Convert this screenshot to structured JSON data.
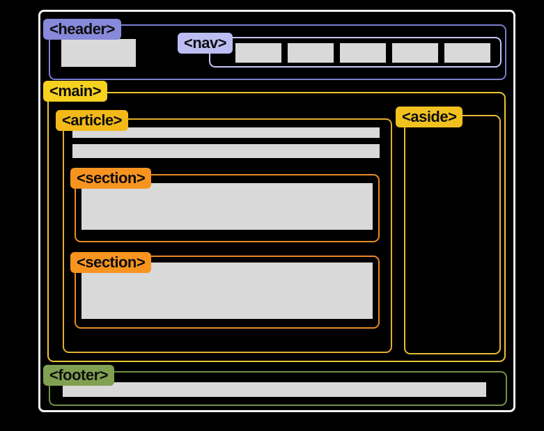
{
  "diagram": {
    "description": "Semantic HTML page layout diagram",
    "labels": {
      "header": "<header>",
      "nav": "<nav>",
      "main": "<main>",
      "article": "<article>",
      "section_1": "<section>",
      "section_2": "<section>",
      "aside": "<aside>",
      "footer": "<footer>"
    },
    "nav_placeholder_count": 5,
    "colors": {
      "background": "#000000",
      "page_outline": "#f2f2f2",
      "placeholder_gray": "#d9d9d9",
      "label_text": "#0d0d0d",
      "header_label_bg": "#8789db",
      "header_outline": "#7b7ed0",
      "nav_label_bg": "#bcbef2",
      "nav_outline": "#c6c8f3",
      "main_label_bg": "#f6d11f",
      "main_outline": "#edc72f",
      "article_label_bg": "#f2b919",
      "article_outline": "#e2ae2e",
      "section_label_bg": "#f79420",
      "section_outline": "#ea8a26",
      "aside_label_bg": "#f1c120",
      "aside_outline": "#e5bc35",
      "footer_label_bg": "#81a052",
      "footer_outline": "#71904a"
    }
  }
}
